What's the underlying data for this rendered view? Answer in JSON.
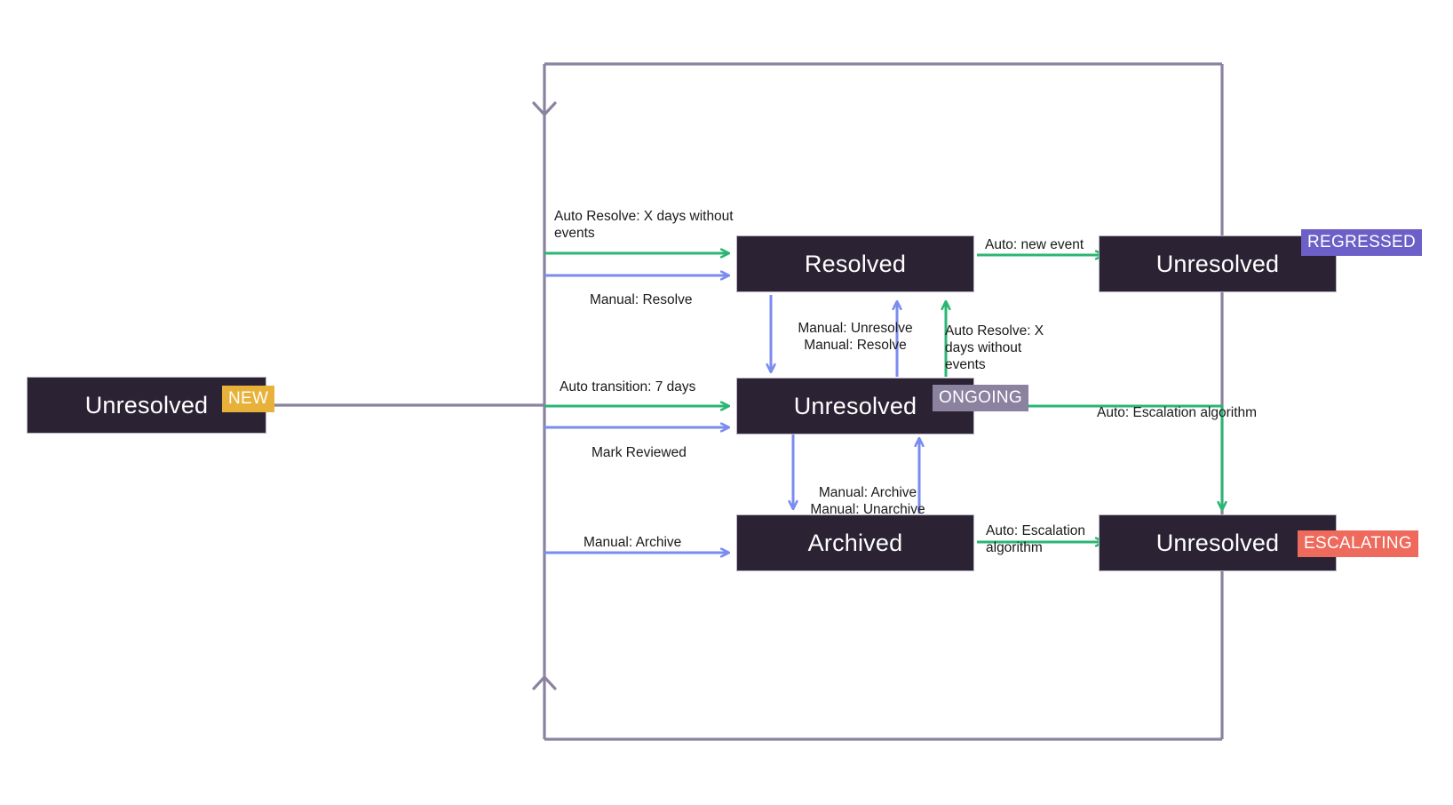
{
  "diagram": {
    "title": "Issue state transition diagram",
    "colors": {
      "node_fill": "#2b2234",
      "node_text": "#ffffff",
      "auto_edge": "#2bb673",
      "manual_edge": "#7a8cf0",
      "frame_edge": "#8b82a0",
      "badge_new": "#e8b23a",
      "badge_ongoing": "#8b82a0",
      "badge_regressed": "#6c5fc7",
      "badge_escalating": "#ee6a5c"
    },
    "nodes": [
      {
        "id": "new_unresolved",
        "label": "Unresolved",
        "badge": "NEW"
      },
      {
        "id": "resolved",
        "label": "Resolved",
        "badge": ""
      },
      {
        "id": "ongoing_unresolved",
        "label": "Unresolved",
        "badge": "ONGOING"
      },
      {
        "id": "archived",
        "label": "Archived",
        "badge": ""
      },
      {
        "id": "regressed_unresolved",
        "label": "Unresolved",
        "badge": "REGRESSED"
      },
      {
        "id": "escalating_unresolved",
        "label": "Unresolved",
        "badge": "ESCALATING"
      }
    ],
    "badges": {
      "new": "NEW",
      "ongoing": "ONGOING",
      "regressed": "REGRESSED",
      "escalating": "ESCALATING"
    },
    "edges": [
      {
        "id": "e1",
        "from": "new_unresolved",
        "to": "resolved",
        "label": "Auto Resolve: X days without\nevents",
        "kind": "auto"
      },
      {
        "id": "e2",
        "from": "new_unresolved",
        "to": "resolved",
        "label": "Manual: Resolve",
        "kind": "manual"
      },
      {
        "id": "e3",
        "from": "new_unresolved",
        "to": "ongoing_unresolved",
        "label": "Auto transition: 7 days",
        "kind": "auto"
      },
      {
        "id": "e4",
        "from": "new_unresolved",
        "to": "ongoing_unresolved",
        "label": "Mark Reviewed",
        "kind": "manual"
      },
      {
        "id": "e5",
        "from": "new_unresolved",
        "to": "archived",
        "label": "Manual: Archive",
        "kind": "manual"
      },
      {
        "id": "e6",
        "from": "resolved",
        "to": "regressed_unresolved",
        "label": "Auto: new event",
        "kind": "auto"
      },
      {
        "id": "e7",
        "from": "resolved",
        "to": "ongoing_unresolved",
        "label": "Manual: Unresolve",
        "kind": "manual"
      },
      {
        "id": "e8",
        "from": "ongoing_unresolved",
        "to": "resolved",
        "label": "Manual: Resolve",
        "kind": "manual"
      },
      {
        "id": "e9",
        "from": "ongoing_unresolved",
        "to": "resolved",
        "label": "Auto Resolve: X\ndays without\nevents",
        "kind": "auto"
      },
      {
        "id": "e10",
        "from": "ongoing_unresolved",
        "to": "archived",
        "label": "Manual: Archive",
        "kind": "manual"
      },
      {
        "id": "e11",
        "from": "archived",
        "to": "ongoing_unresolved",
        "label": "Manual: Unarchive",
        "kind": "manual"
      },
      {
        "id": "e12",
        "from": "ongoing_unresolved",
        "to": "escalating_unresolved",
        "label": "Auto: Escalation algorithm",
        "kind": "auto"
      },
      {
        "id": "e13",
        "from": "archived",
        "to": "escalating_unresolved",
        "label": "Auto: Escalation\nalgorithm",
        "kind": "auto"
      }
    ],
    "labels": {
      "auto_resolve_x_days": "Auto Resolve: X days without\nevents",
      "manual_resolve_left": "Manual: Resolve",
      "auto_transition_7_days": "Auto transition: 7 days",
      "mark_reviewed": "Mark Reviewed",
      "manual_archive_left": "Manual: Archive",
      "auto_new_event": "Auto: new event",
      "manual_unresolve_resolve": "Manual: Unresolve\nManual: Resolve",
      "auto_resolve_x_days_up": "Auto Resolve: X\ndays without\nevents",
      "manual_archive_unarchive": "Manual: Archive\nManual: Unarchive",
      "auto_escalation_algorithm": "Auto: Escalation algorithm",
      "auto_escalation_algorithm_wrapped": "Auto: Escalation\nalgorithm"
    }
  }
}
